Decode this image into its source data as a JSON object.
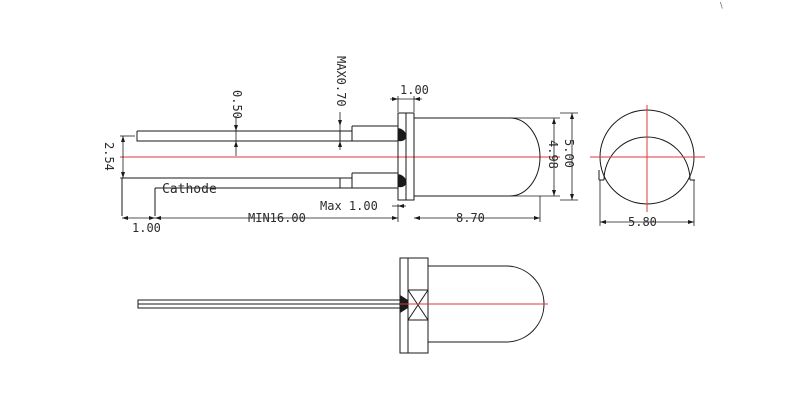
{
  "colors": {
    "outline": "#1a1a1a",
    "centerline": "#e03a3a",
    "background": "#ffffff"
  },
  "corner_mark": "\\",
  "labels": {
    "cathode": "Cathode"
  },
  "dimensions": {
    "flange_width": "1.00",
    "lead_thickness": "0.50",
    "lead_width_max": "MAX0.70",
    "lead_pitch": "2.54",
    "lead_offset": "1.00",
    "lead_length": "MIN16.00",
    "meniscus": "Max 1.00",
    "dome_length": "8.70",
    "body_diameter": "5.00",
    "dome_diameter": "4.98",
    "flange_diameter": "5.80"
  }
}
